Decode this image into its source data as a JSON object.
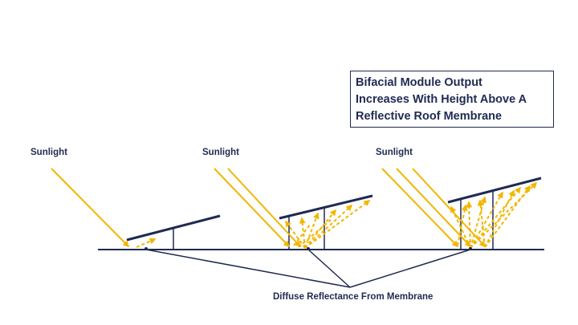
{
  "title": {
    "lines": [
      "Bifacial Module Output",
      "Increases With Height Above A",
      "Reflective Roof Membrane"
    ]
  },
  "labels": {
    "sunlight_1": "Sunlight",
    "sunlight_2": "Sunlight",
    "sunlight_3": "Sunlight",
    "reflectance": "Diffuse Reflectance From Membrane"
  },
  "colors": {
    "sunlight": "#f2b600",
    "navy": "#1f2a52",
    "text": "#1f2a52"
  }
}
